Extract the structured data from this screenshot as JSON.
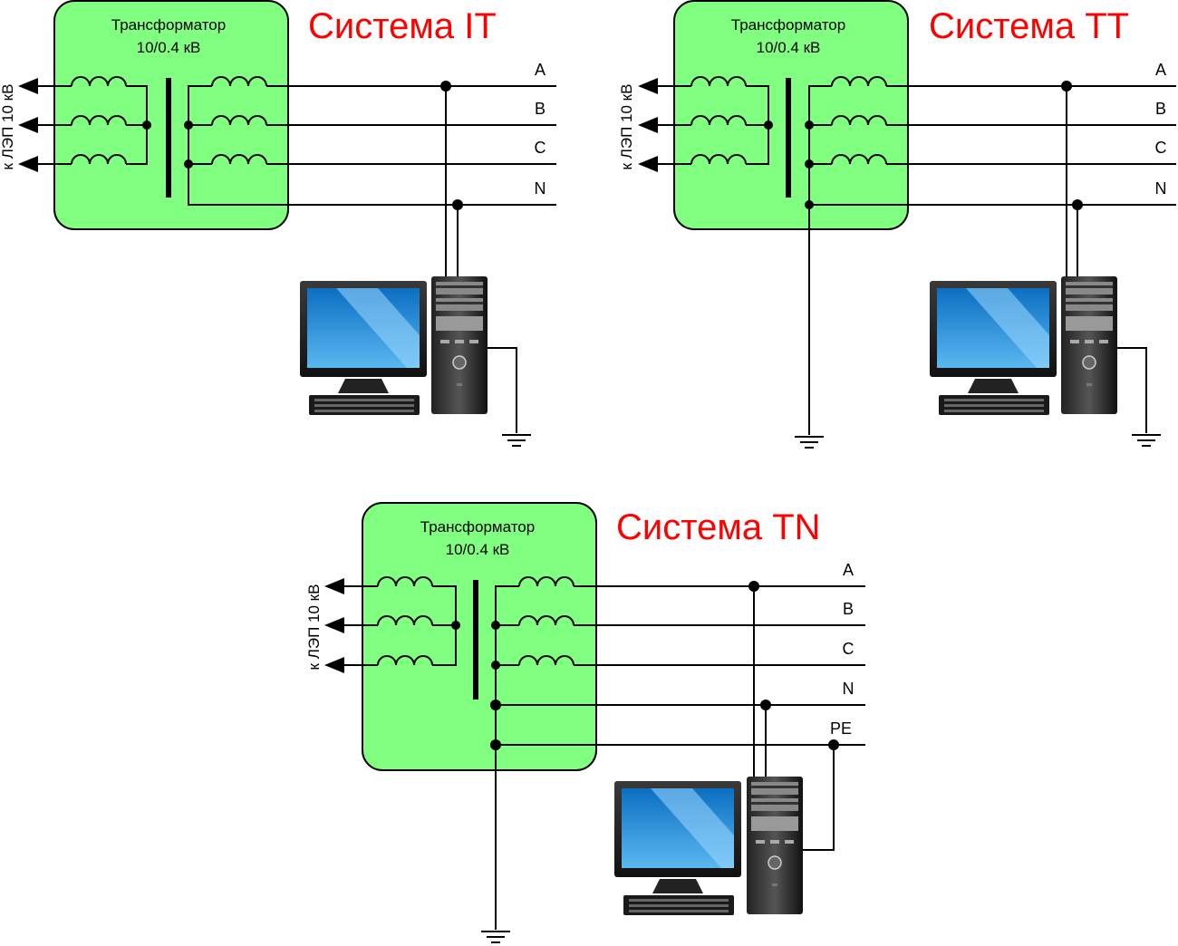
{
  "colors": {
    "transformer_fill": "#80ff80",
    "title": "#ff0000",
    "wire": "#000000",
    "screen": "#2e9fe6"
  },
  "systems": [
    {
      "id": "it",
      "title": "Система IT",
      "transformer_label_1": "Трансформатор",
      "transformer_label_2": "10/0.4 кВ",
      "feed_label": "к ЛЭП 10 кВ",
      "phases": [
        "A",
        "B",
        "C",
        "N"
      ]
    },
    {
      "id": "tt",
      "title": "Система TT",
      "transformer_label_1": "Трансформатор",
      "transformer_label_2": "10/0.4 кВ",
      "feed_label": "к ЛЭП 10 кВ",
      "phases": [
        "A",
        "B",
        "C",
        "N"
      ]
    },
    {
      "id": "tn",
      "title": "Система TN",
      "transformer_label_1": "Трансформатор",
      "transformer_label_2": "10/0.4 кВ",
      "feed_label": "к ЛЭП 10 кВ",
      "phases": [
        "A",
        "B",
        "C",
        "N",
        "PE"
      ]
    }
  ],
  "icons": [
    "transformer-coil-icon",
    "ground-icon",
    "computer-monitor-icon",
    "computer-tower-icon",
    "keyboard-icon",
    "arrow-left-icon"
  ]
}
